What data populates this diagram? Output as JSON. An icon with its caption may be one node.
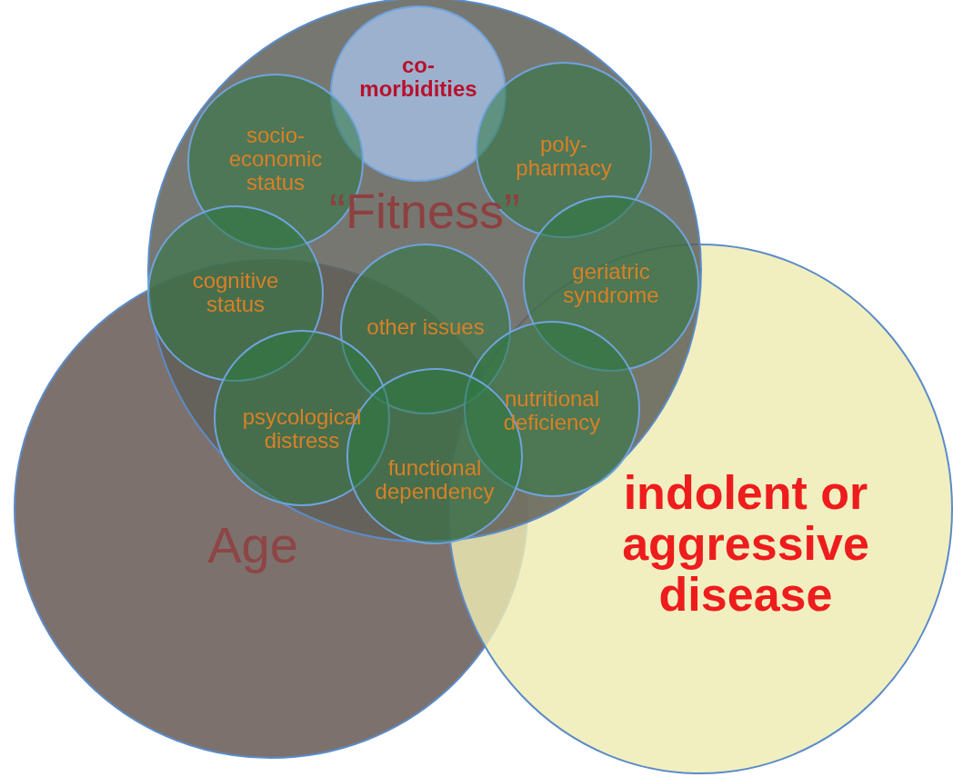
{
  "diagram": {
    "nodes": [
      {
        "text": [
          "“Fitness”"
        ]
      },
      {
        "text": [
          "co- morbidities"
        ],
        "in": 0
      },
      {
        "text": [
          "socio- economic status"
        ],
        "in": 0
      },
      {
        "text": [
          "poly- pharmacy"
        ],
        "in": 0
      },
      {
        "text": [
          "cognitive status"
        ],
        "in": 0
      },
      {
        "text": [
          "geriatric syndrome"
        ],
        "in": 0
      },
      {
        "text": [
          "other issues"
        ],
        "in": 0
      },
      {
        "text": [
          "nutritional deficiency"
        ]
      },
      {
        "text": [
          "psycological distress"
        ]
      },
      {
        "text": [
          "functional dependency"
        ]
      },
      {
        "text": [
          "Age"
        ]
      },
      {
        "text": [
          "indolent or aggressive disease"
        ]
      }
    ],
    "edges": []
  }
}
